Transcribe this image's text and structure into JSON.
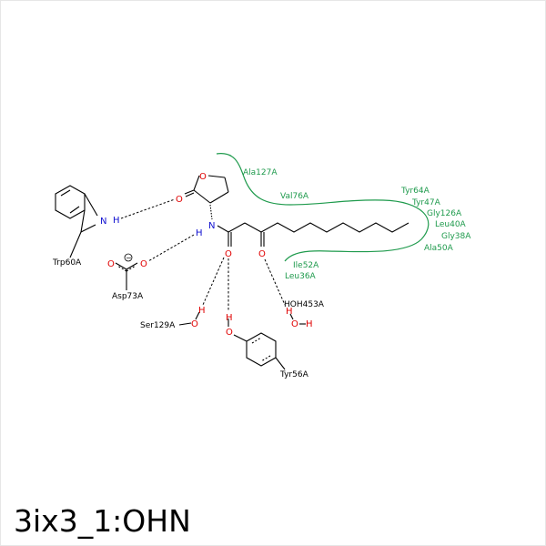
{
  "title": "3ix3_1:OHN",
  "colors": {
    "bond": "#000000",
    "oxygen": "#e00000",
    "nitrogen": "#1010d0",
    "hydrophobic": "#1e9a4c",
    "label": "#000000"
  },
  "atoms": {
    "o_ring": "O",
    "o_carbonyl_ring": "O",
    "n_amide": "N",
    "h_amide": "H",
    "o_amide": "O",
    "o_keto": "O",
    "n_trp": "N",
    "h_trp": "H",
    "o_asp_1": "O",
    "o_asp_2": "O",
    "charge_asp": "−",
    "h_ser": "H",
    "o_ser": "O",
    "h_tyr": "H",
    "o_tyr": "O",
    "h_hoh_1": "H",
    "o_hoh": "O",
    "h_hoh_2": "H"
  },
  "residues": {
    "trp60": "Trp60A",
    "asp73": "Asp73A",
    "ser129": "Ser129A",
    "tyr56": "Tyr56A",
    "hoh453": "HOH453A"
  },
  "hydrophobic_residues": {
    "ala127": "Ala127A",
    "val76": "Val76A",
    "tyr64": "Tyr64A",
    "tyr47": "Tyr47A",
    "gly126": "Gly126A",
    "leu40": "Leu40A",
    "gly38": "Gly38A",
    "ala50": "Ala50A",
    "ile52": "Ile52A",
    "leu36": "Leu36A"
  }
}
